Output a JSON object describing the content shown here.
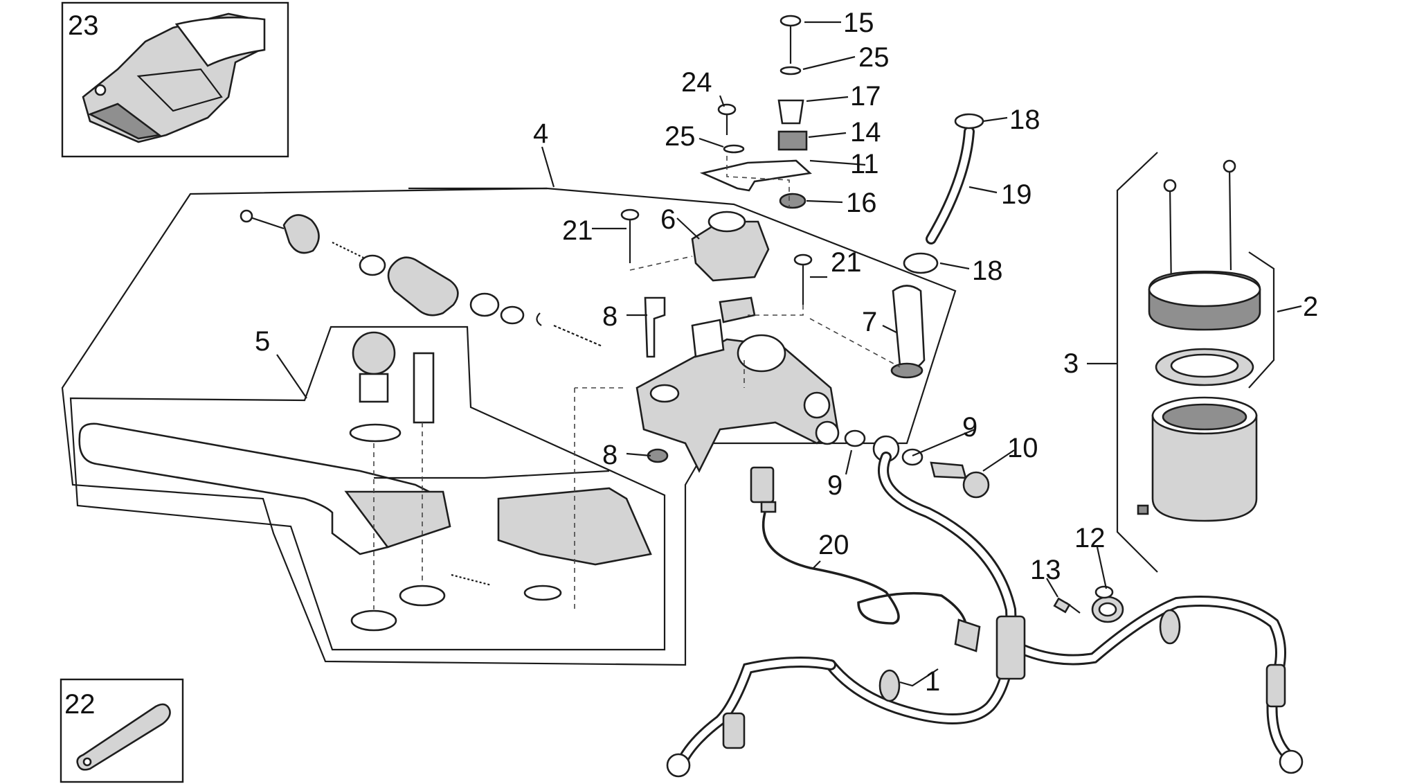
{
  "diagram": {
    "part_labels": [
      "1",
      "2",
      "3",
      "4",
      "5",
      "6",
      "7",
      "8",
      "9",
      "10",
      "11",
      "12",
      "13",
      "14",
      "15",
      "16",
      "17",
      "18",
      "19",
      "20",
      "21",
      "22",
      "23",
      "24",
      "25"
    ]
  }
}
